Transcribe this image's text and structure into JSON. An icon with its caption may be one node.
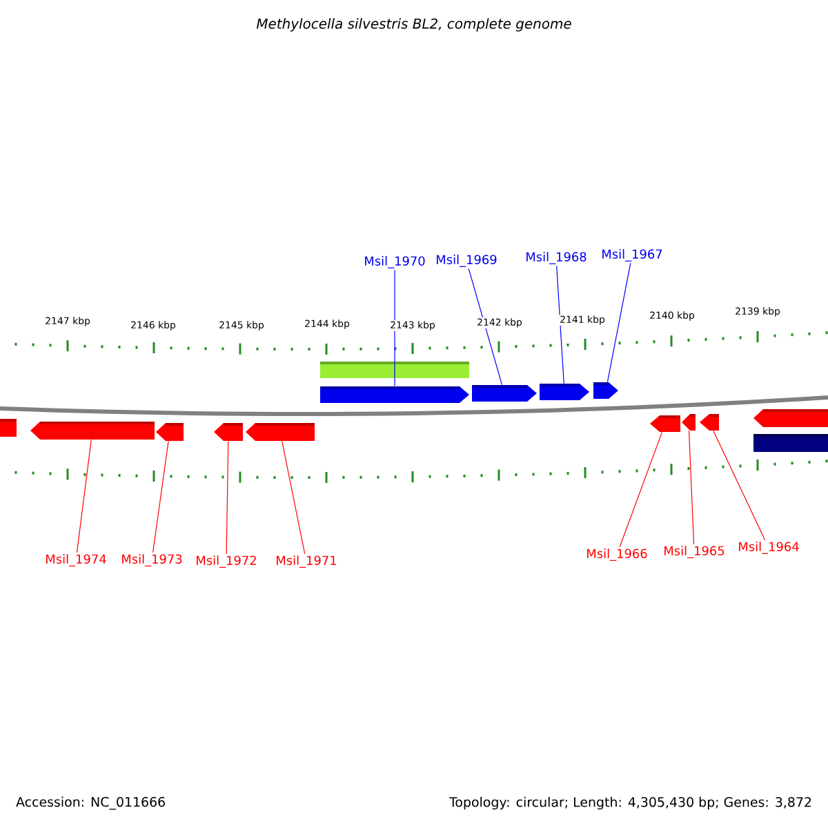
{
  "diagram": {
    "title": "Methylocella silvestris BL2, complete genome",
    "nodes": [
      {
        "text": [
          "Msil_1970"
        ]
      },
      {
        "text": [
          "Msil_1969"
        ]
      },
      {
        "text": [
          "Msil_1968"
        ]
      },
      {
        "text": [
          "Msil_1967"
        ]
      },
      {
        "text": [],
        "shape": "bar"
      },
      {
        "text": [],
        "shape": "arrow"
      },
      {
        "text": [],
        "shape": "arrow"
      },
      {
        "text": [],
        "shape": "arrow"
      },
      {
        "text": [],
        "shape": "arrow"
      },
      {
        "text": [],
        "shape": "arrow"
      },
      {
        "text": [],
        "shape": "arrow"
      },
      {
        "text": [],
        "shape": "arrow"
      },
      {
        "text": [],
        "shape": "arrow"
      },
      {
        "text": [],
        "shape": "arrow"
      },
      {
        "text": [],
        "shape": "arrow"
      },
      {
        "text": [],
        "shape": "arrow"
      },
      {
        "text": [],
        "shape": "arrow"
      },
      {
        "text": [],
        "shape": "arrow"
      },
      {
        "text": [],
        "shape": "bar"
      },
      {
        "text": [
          "Msil_1974"
        ]
      },
      {
        "text": [
          "Msil_1973"
        ]
      },
      {
        "text": [
          "Msil_1972"
        ]
      },
      {
        "text": [
          "Msil_1971"
        ]
      },
      {
        "text": [
          "Msil_1966"
        ]
      },
      {
        "text": [
          "Msil_1965"
        ]
      },
      {
        "text": [
          "Msil_1964"
        ]
      }
    ],
    "edges": [
      {
        "from": 0,
        "to": 5,
        "arrow": "none",
        "color": "#0000ff"
      },
      {
        "from": 1,
        "to": 6,
        "arrow": "none",
        "color": "#0000ff"
      },
      {
        "from": 2,
        "to": 7,
        "arrow": "none",
        "color": "#0000ff"
      },
      {
        "from": 3,
        "to": 8,
        "arrow": "none",
        "color": "#0000ff"
      },
      {
        "from": 19,
        "to": 10,
        "arrow": "none"
      },
      {
        "from": 20,
        "to": 11,
        "arrow": "none"
      },
      {
        "from": 21,
        "to": 12,
        "arrow": "none"
      },
      {
        "from": 22,
        "to": 13,
        "arrow": "none"
      },
      {
        "from": 23,
        "to": 14,
        "arrow": "none"
      },
      {
        "from": 24,
        "to": 15,
        "arrow": "none"
      },
      {
        "from": 25,
        "to": 16,
        "arrow": "none"
      }
    ],
    "labels": [
      "2147 kbp",
      "2146 kbp",
      "2145 kbp",
      "2144 kbp",
      "2143 kbp",
      "2142 kbp",
      "2141 kbp",
      "2140 kbp",
      "2139 kbp",
      "Accession: NC_011666",
      "Topology: circular; Length: 4,305,430 bp; Genes: 3,872"
    ]
  }
}
